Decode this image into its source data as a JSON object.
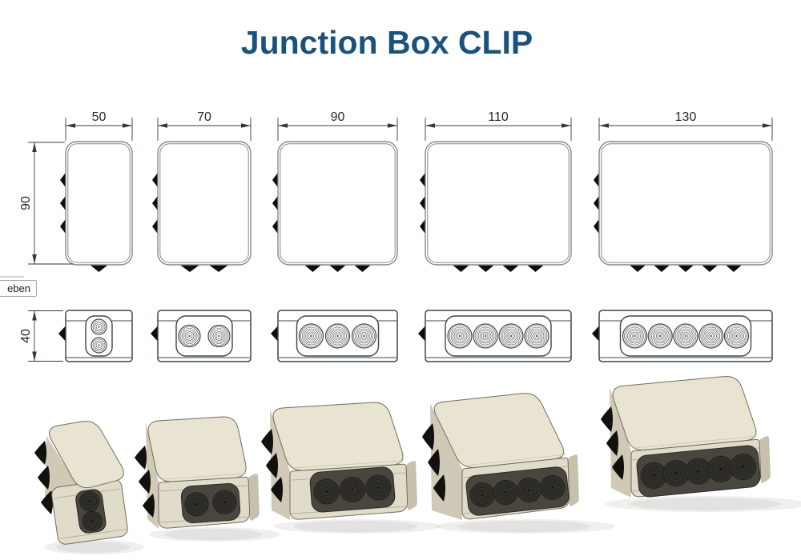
{
  "title": "Junction Box CLIP",
  "tooltip_text": "eben",
  "dimensions": {
    "width_labels": [
      "50",
      "70",
      "90",
      "110",
      "130"
    ],
    "height_label": "90",
    "depth_label": "40"
  },
  "boxes": [
    {
      "width_label": "50",
      "width_mm": 50,
      "height_mm": 90,
      "depth_mm": 40,
      "side_knockouts": 3,
      "bottom_knockouts": 1,
      "front_glands": 2,
      "gland_orientation": "vertical"
    },
    {
      "width_label": "70",
      "width_mm": 70,
      "height_mm": 90,
      "depth_mm": 40,
      "side_knockouts": 3,
      "bottom_knockouts": 2,
      "front_glands": 2,
      "gland_orientation": "horizontal"
    },
    {
      "width_label": "90",
      "width_mm": 90,
      "height_mm": 90,
      "depth_mm": 40,
      "side_knockouts": 3,
      "bottom_knockouts": 3,
      "front_glands": 3,
      "gland_orientation": "horizontal"
    },
    {
      "width_label": "110",
      "width_mm": 110,
      "height_mm": 90,
      "depth_mm": 40,
      "side_knockouts": 3,
      "bottom_knockouts": 4,
      "front_glands": 4,
      "gland_orientation": "horizontal"
    },
    {
      "width_label": "130",
      "width_mm": 130,
      "height_mm": 90,
      "depth_mm": 40,
      "side_knockouts": 3,
      "bottom_knockouts": 5,
      "front_glands": 5,
      "gland_orientation": "horizontal"
    }
  ],
  "colors": {
    "title_blue": "#1a527c",
    "outline_gray": "#84898c",
    "side_line": "#3f4549",
    "dim_line": "#34383b",
    "knockout_black": "#0d0d0c",
    "body_cream": "#e9e4d2",
    "front_cream": "#e1dcca",
    "side_cream": "#cfc9b6",
    "panel_gray": "#48463f",
    "gland_dark": "#34322c"
  }
}
